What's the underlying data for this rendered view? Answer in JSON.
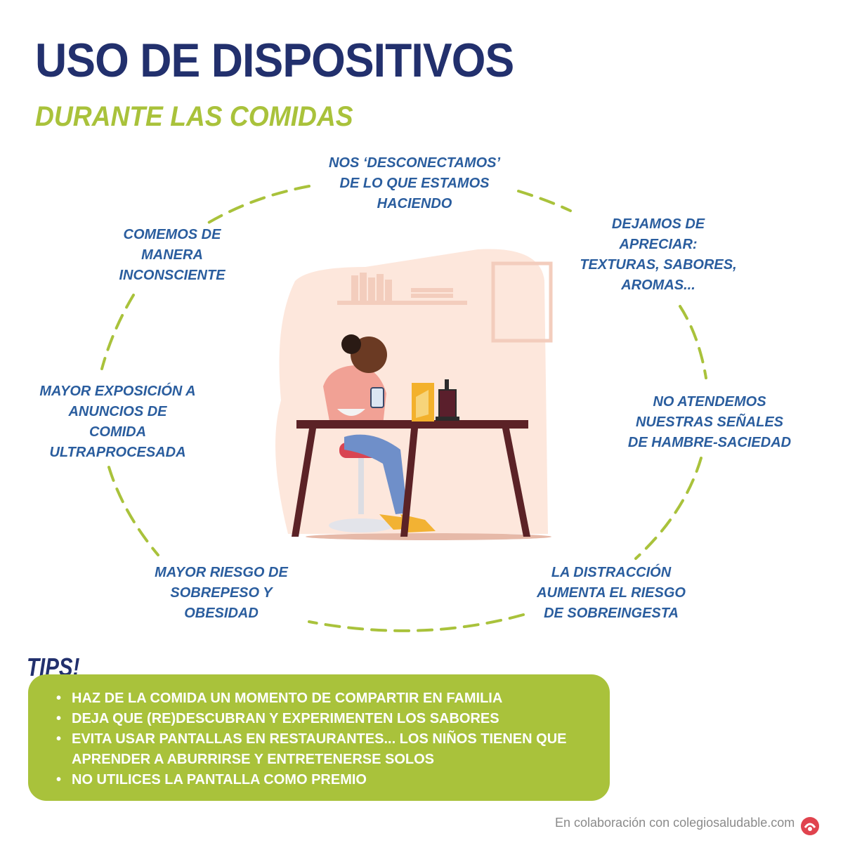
{
  "header": {
    "title": "USO DE DISPOSITIVOS",
    "subtitle": "DURANTE LAS COMIDAS"
  },
  "cycle": [
    {
      "id": "desconectamos",
      "text": "NOS ‘DESCONECTAMOS’\nDE LO QUE ESTAMOS\nHACIENDO"
    },
    {
      "id": "apreciar",
      "text": "DEJAMOS DE\nAPRECIAR:\nTEXTURAS, SABORES,\nAROMAS..."
    },
    {
      "id": "senales",
      "text": "NO ATENDEMOS\nNUESTRAS SEÑALES\nDE HAMBRE-SACIEDAD"
    },
    {
      "id": "sobreingesta",
      "text": "LA DISTRACCIÓN\nAUMENTA EL RIESGO\nDE SOBREINGESTA"
    },
    {
      "id": "obesidad",
      "text": "MAYOR RIESGO DE\nSOBREPESO Y\nOBESIDAD"
    },
    {
      "id": "anuncios",
      "text": "MAYOR EXPOSICIÓN A\nANUNCIOS DE\nCOMIDA\nULTRAPROCESADA"
    },
    {
      "id": "inconsciente",
      "text": "COMEMOS DE\nMANERA\nINCONSCIENTE"
    }
  ],
  "tips": {
    "title": "TIPS!",
    "bullet": "•",
    "items": [
      "HAZ DE LA COMIDA UN MOMENTO DE COMPARTIR EN FAMILIA",
      "DEJA QUE (RE)DESCUBRAN Y EXPERIMENTEN LOS SABORES",
      "EVITA USAR PANTALLAS EN RESTAURANTES... LOS NIÑOS TIENEN QUE APRENDER A ABURRIRSE Y ENTRETENERSE SOLOS",
      "NO UTILICES LA PANTALLA COMO PREMIO"
    ]
  },
  "footer": {
    "credit": "En colaboración con colegiosaludable.com",
    "logo_icon": "colegiosaludable-logo-icon"
  },
  "colors": {
    "navy": "#22306d",
    "green": "#a9c23b",
    "label_blue": "#2a5d9e",
    "background_blob": "#fde7dc"
  }
}
